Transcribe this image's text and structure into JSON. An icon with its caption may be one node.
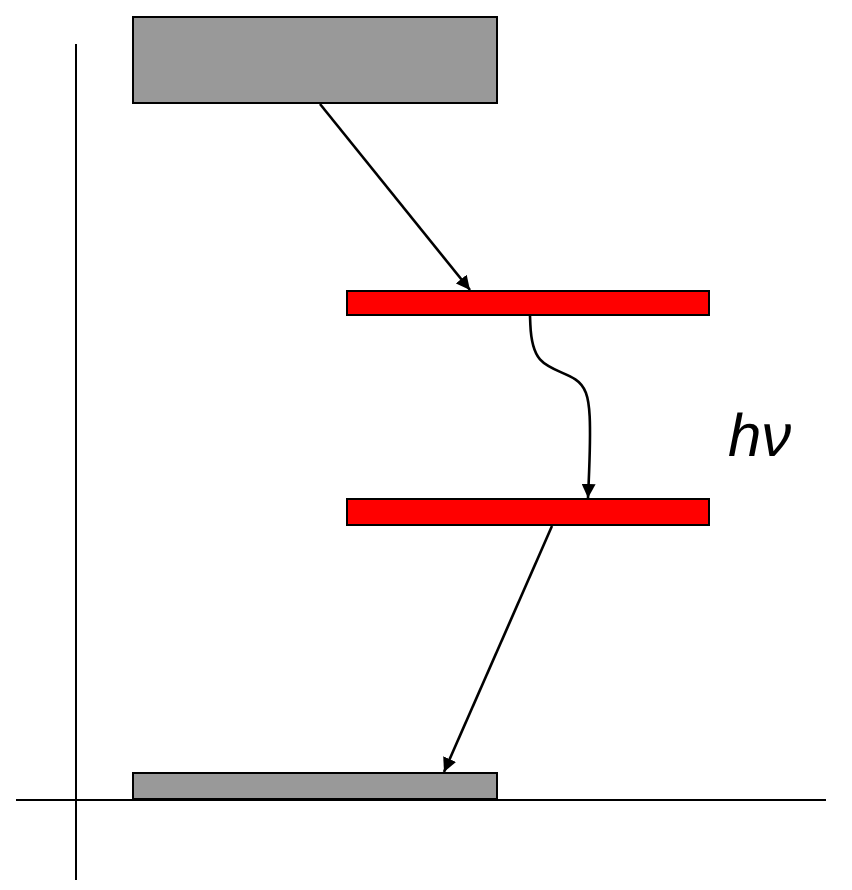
{
  "diagram": {
    "nodes": [
      {
        "text": [],
        "shape": "bar"
      },
      {
        "text": [],
        "shape": "bar"
      },
      {
        "text": [],
        "shape": "bar"
      },
      {
        "text": [],
        "shape": "bar"
      }
    ],
    "edges": [
      {
        "from": 0,
        "to": 1,
        "arrow": "to"
      },
      {
        "from": 1,
        "to": 2,
        "arrow": "to"
      },
      {
        "from": 2,
        "to": 3,
        "arrow": "to"
      }
    ],
    "labels": [
      "hν"
    ]
  }
}
